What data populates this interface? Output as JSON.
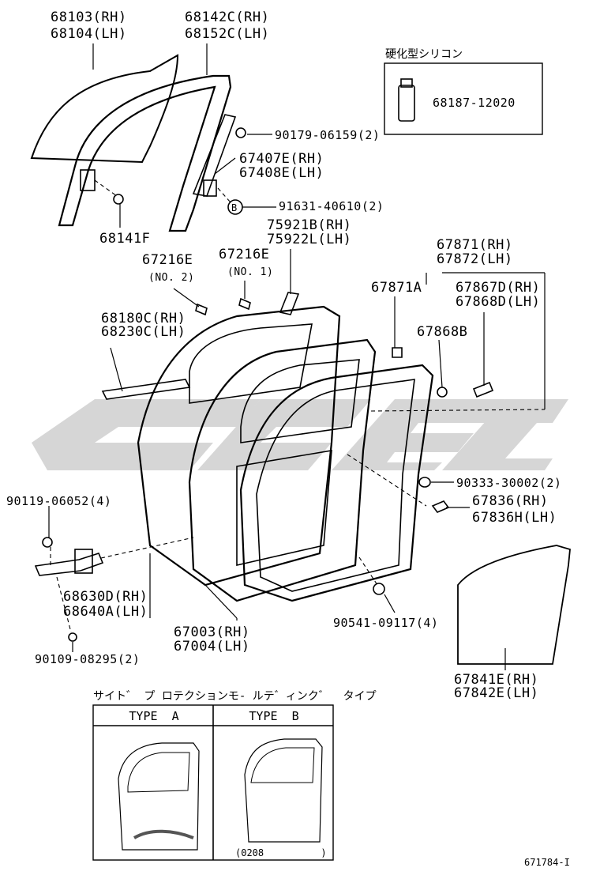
{
  "labels": {
    "glass_rh": "68103(RH)",
    "glass_lh": "68104(LH)",
    "run_rh": "68142C(RH)",
    "run_lh": "68152C(LH)",
    "silicone_title": "硬化型シリコン",
    "silicone_part": "68187-12020",
    "nut": "90179-06159(2)",
    "div_bar_rh": "67407E(RH)",
    "div_bar_lh": "67408E(LH)",
    "bolt_b": "91631-40610(2)",
    "bolt_b_circle": "B",
    "stopper": "68141F",
    "seal_rh": "75921B(RH)",
    "seal_lh": "75922L(LH)",
    "clip_no2": "67216E",
    "clip_no2_sub": "(NO. 2)",
    "clip_no1": "67216E",
    "clip_no1_sub": "(NO. 1)",
    "ws_rh": "67871(RH)",
    "ws_lh": "67872(LH)",
    "clip_a": "67871A",
    "ws2_rh": "67867D(RH)",
    "ws2_lh": "67868D(LH)",
    "clip_b": "67868B",
    "belt_rh": "68180C(RH)",
    "belt_lh": "68230C(LH)",
    "hole_plug": "90333-30002(2)",
    "bolt_hinge": "90119-06052(4)",
    "grom_rh": "67836(RH)",
    "grom_lh": "67836H(LH)",
    "check_rh": "68630D(RH)",
    "check_lh": "68640A(LH)",
    "screw": "90541-09117(4)",
    "panel_rh": "67003(RH)",
    "panel_lh": "67004(LH)",
    "bolt_check": "90109-08295(2)",
    "trim_rh": "67841E(RH)",
    "trim_lh": "67842E(LH)",
    "side_note": "サイト゛ プ ロテクションモ- ルテ゛ィンク゛  タイプ",
    "type_a": "TYPE  A",
    "type_b": "TYPE  B",
    "date_code": "(0208          )",
    "fig_id": "671784-I"
  }
}
